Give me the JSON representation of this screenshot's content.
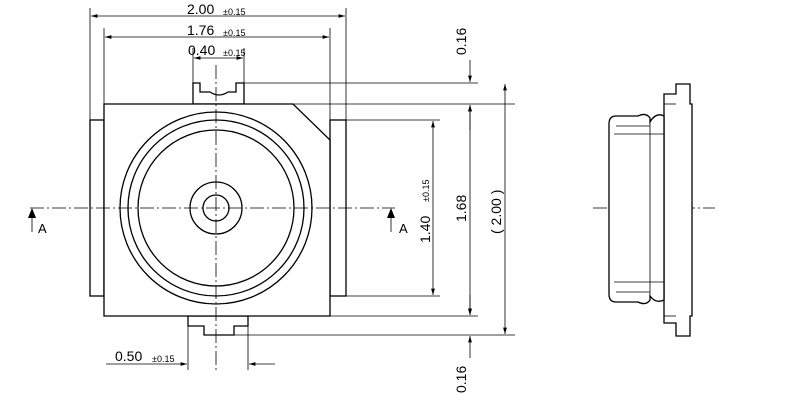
{
  "dimensions": {
    "width_200": {
      "value": "2.00",
      "tol": "±0.15"
    },
    "width_176": {
      "value": "1.76",
      "tol": "±0.15"
    },
    "tab_040": {
      "value": "0.40",
      "tol": "±0.15"
    },
    "bottom_050": {
      "value": "0.50",
      "tol": "±0.15"
    },
    "height_140": {
      "value": "1.40",
      "tol": "±0.15"
    },
    "height_168": {
      "value": "1.68"
    },
    "height_200_ref": {
      "value": "( 2.00 )"
    },
    "tab_top_016": {
      "value": "0.16"
    },
    "tab_bottom_016": {
      "value": "0.16"
    }
  },
  "section": {
    "left_label": "A",
    "right_label": "A"
  }
}
